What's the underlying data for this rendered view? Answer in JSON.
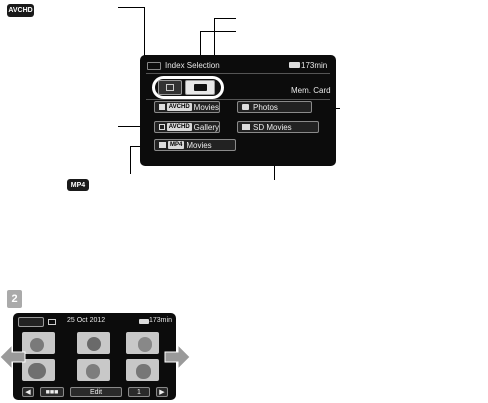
{
  "badges": {
    "avchd": "AVCHD",
    "mp4": "MP4",
    "step": "2"
  },
  "screen1": {
    "title": "Index Selection",
    "battery": "173min",
    "memory_label": "Mem. Card",
    "buttons": {
      "avchd_movies": {
        "format": "AVCHD",
        "label": "Movies"
      },
      "photos": {
        "label": "Photos"
      },
      "avchd_gallery": {
        "format": "AVCHD",
        "label": "Gallery"
      },
      "sd_movies": {
        "label": "SD Movies"
      },
      "mp4_movies": {
        "format": "MP4",
        "label": "Movies"
      }
    }
  },
  "screen2": {
    "date": "25 Oct 2012",
    "battery": "173min",
    "edit_label": "Edit",
    "page": "1"
  }
}
